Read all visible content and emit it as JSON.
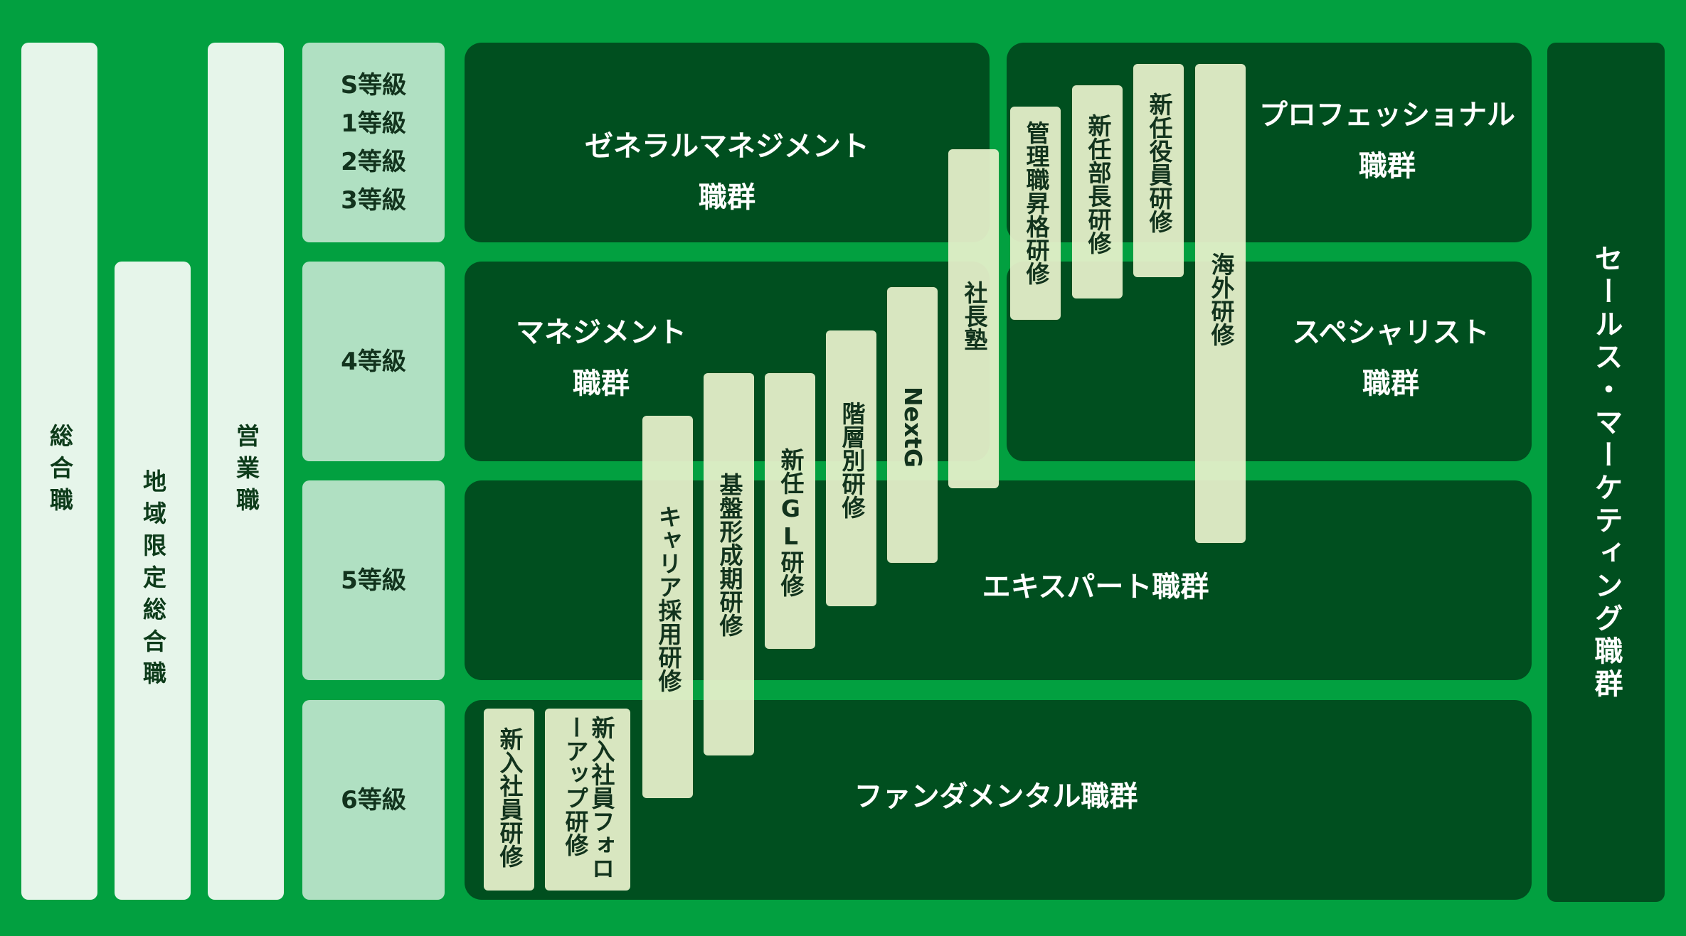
{
  "tracks": [
    {
      "label": "総合職"
    },
    {
      "label": "地域限定総合職"
    },
    {
      "label": "営業職"
    }
  ],
  "grades": [
    {
      "lines": [
        "S等級",
        "1等級",
        "2等級",
        "3等級"
      ]
    },
    {
      "lines": [
        "4等級"
      ]
    },
    {
      "lines": [
        "5等級"
      ]
    },
    {
      "lines": [
        "6等級"
      ]
    }
  ],
  "job_groups": {
    "general_management": {
      "line1": "ゼネラルマネジメント",
      "line2": "職群"
    },
    "professional": {
      "line1": "プロフェッショナル",
      "line2": "職群"
    },
    "management": {
      "line1": "マネジメント",
      "line2": "職群"
    },
    "specialist": {
      "line1": "スペシャリスト",
      "line2": "職群"
    },
    "expert": {
      "line1": "エキスパート職群"
    },
    "fundamental": {
      "line1": "ファンダメンタル職群"
    }
  },
  "sales_marketing": {
    "label": "セールス・マーケティング職群"
  },
  "trainings": [
    {
      "label": "新入社員研修"
    },
    {
      "label": "新入社員フォローアップ研修"
    },
    {
      "label": "キャリア採用研修"
    },
    {
      "label": "基盤形成期研修"
    },
    {
      "label": "新任GL研修"
    },
    {
      "label": "階層別研修"
    },
    {
      "label": "NextG"
    },
    {
      "label": "社長塾"
    },
    {
      "label": "管理職昇格研修"
    },
    {
      "label": "新任部長研修"
    },
    {
      "label": "新任役員研修"
    },
    {
      "label": "海外研修"
    }
  ]
}
